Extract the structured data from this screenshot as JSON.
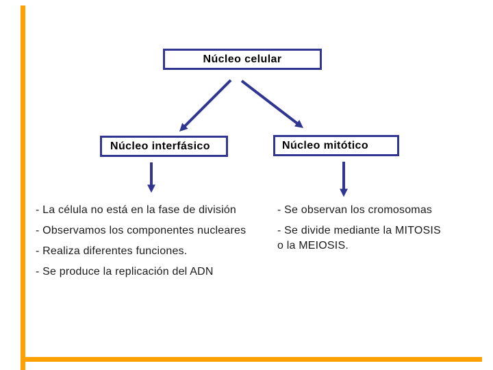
{
  "slide": {
    "title_box": {
      "label": "Núcleo celular"
    },
    "left_branch": {
      "box_label": "Núcleo interfásico",
      "bullets": [
        "- La célula no está en la fase de división",
        "- Observamos los componentes nucleares",
        "- Realiza diferentes funciones.",
        "- Se produce la replicación del ADN"
      ]
    },
    "right_branch": {
      "box_label": "Núcleo mitótico",
      "bullets": [
        "- Se observan los cromosomas",
        "- Se divide mediante la MITOSIS o la MEIOSIS."
      ]
    }
  },
  "colors": {
    "background": "#ffffff",
    "box_border": "#2f3590",
    "arrow": "#2f3590",
    "text": "#1a1a1a",
    "frame_accent": "#ffa200"
  }
}
